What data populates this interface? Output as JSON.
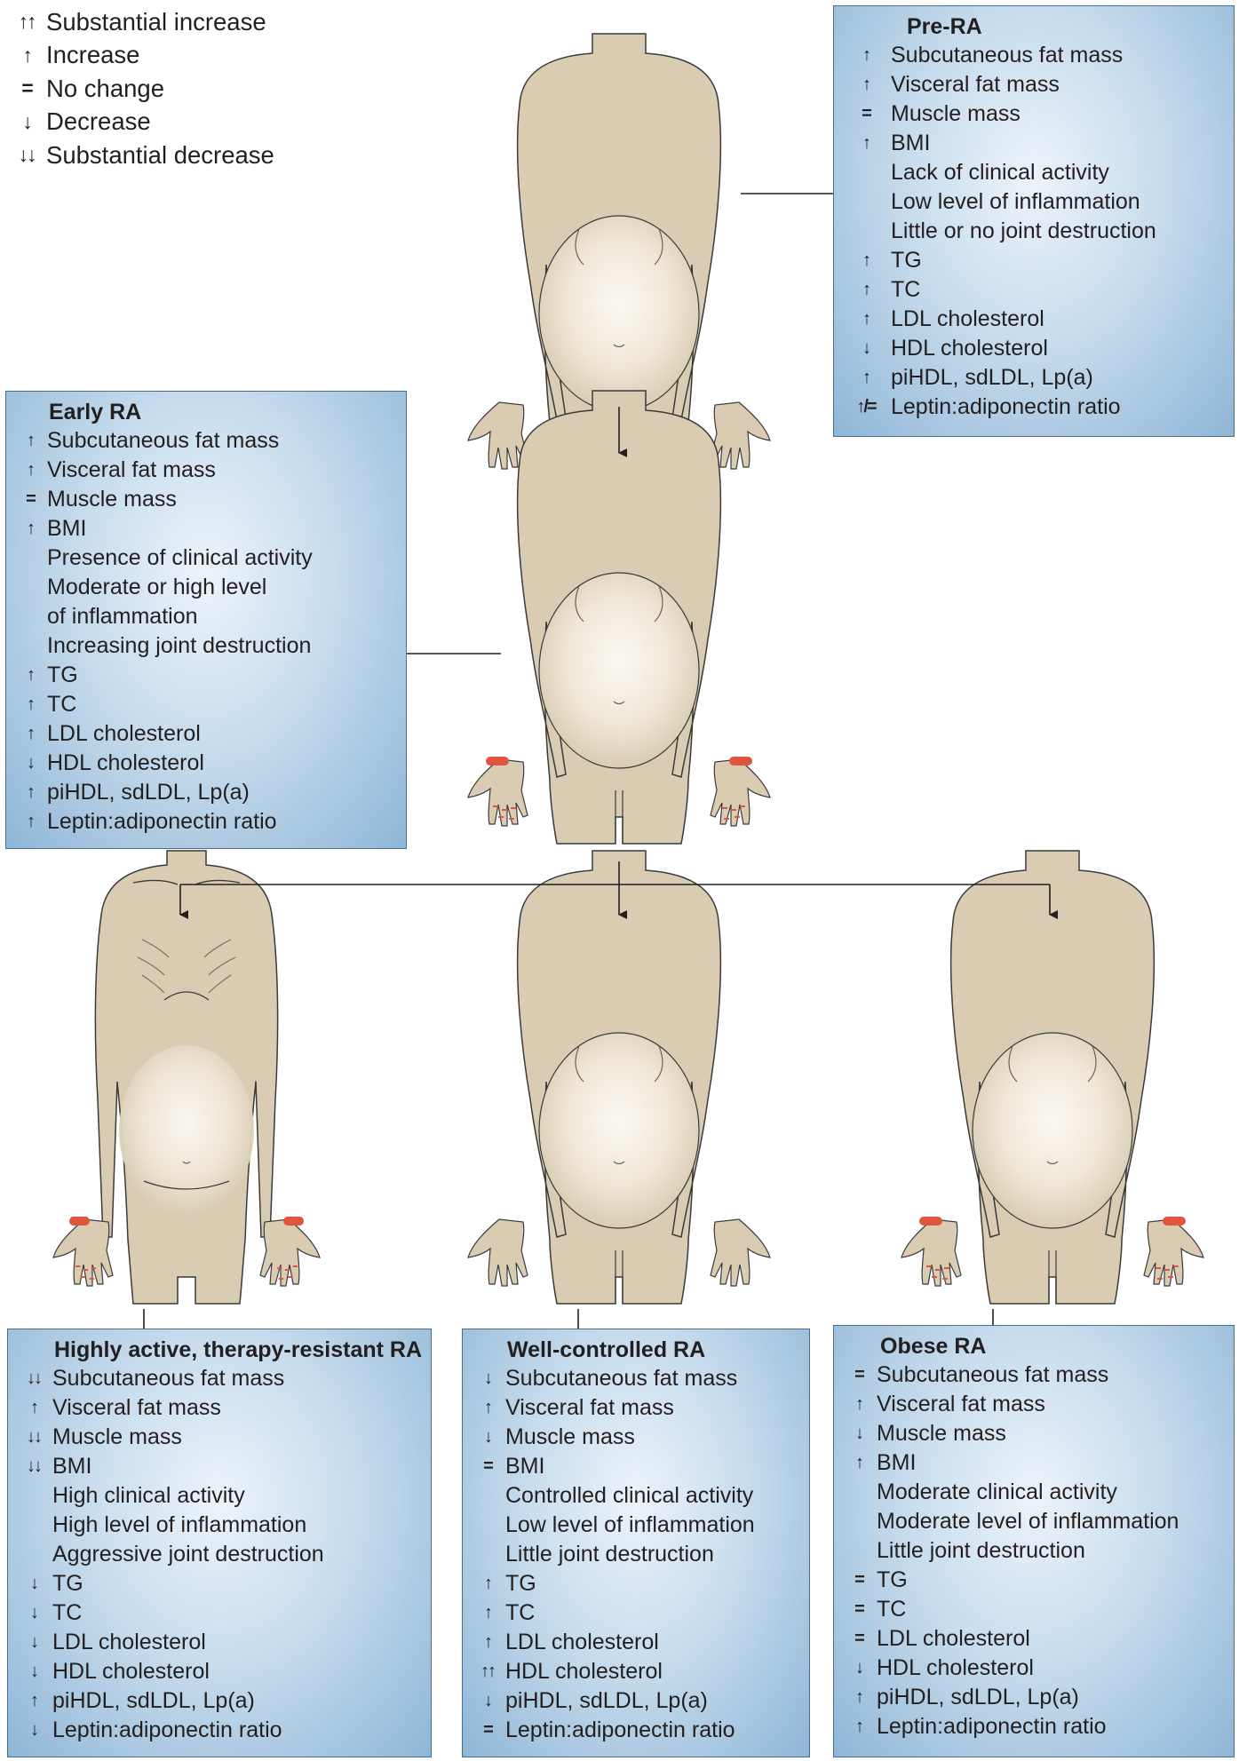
{
  "legend": [
    {
      "symbol": "↑↑",
      "label": "Substantial increase"
    },
    {
      "symbol": "↑",
      "label": "Increase"
    },
    {
      "symbol": "=",
      "label": "No change"
    },
    {
      "symbol": "↓",
      "label": "Decrease"
    },
    {
      "symbol": "↓↓",
      "label": "Substantial decrease"
    }
  ],
  "boxes": {
    "pre_ra": {
      "title": "Pre-RA",
      "rows": [
        {
          "sym": "↑",
          "text": "Subcutaneous fat mass"
        },
        {
          "sym": "↑",
          "text": "Visceral fat mass"
        },
        {
          "sym": "=",
          "text": "Muscle mass"
        },
        {
          "sym": "↑",
          "text": "BMI"
        },
        {
          "sym": "",
          "text": "Lack of clinical activity"
        },
        {
          "sym": "",
          "text": "Low level of inflammation"
        },
        {
          "sym": "",
          "text": "Little or no joint destruction"
        },
        {
          "sym": "↑",
          "text": "TG"
        },
        {
          "sym": "↑",
          "text": "TC"
        },
        {
          "sym": "↑",
          "text": "LDL cholesterol"
        },
        {
          "sym": "↓",
          "text": "HDL cholesterol"
        },
        {
          "sym": "↑",
          "text": "piHDL, sdLDL, Lp(a)"
        },
        {
          "sym": "↑/=",
          "text": "Leptin:adiponectin ratio"
        }
      ]
    },
    "early_ra": {
      "title": "Early RA",
      "rows": [
        {
          "sym": "↑",
          "text": "Subcutaneous fat mass"
        },
        {
          "sym": "↑",
          "text": "Visceral fat mass"
        },
        {
          "sym": "=",
          "text": "Muscle mass"
        },
        {
          "sym": "↑",
          "text": "BMI"
        },
        {
          "sym": "",
          "text": "Presence of clinical activity"
        },
        {
          "sym": "",
          "text": "Moderate or high level\nof inflammation"
        },
        {
          "sym": "",
          "text": "Increasing joint destruction"
        },
        {
          "sym": "↑",
          "text": "TG"
        },
        {
          "sym": "↑",
          "text": "TC"
        },
        {
          "sym": "↑",
          "text": "LDL cholesterol"
        },
        {
          "sym": "↓",
          "text": "HDL cholesterol"
        },
        {
          "sym": "↑",
          "text": "piHDL, sdLDL, Lp(a)"
        },
        {
          "sym": "↑",
          "text": "Leptin:adiponectin ratio"
        }
      ]
    },
    "active_ra": {
      "title": "Highly active, therapy-resistant RA",
      "rows": [
        {
          "sym": "↓↓",
          "text": "Subcutaneous fat mass"
        },
        {
          "sym": "↑",
          "text": "Visceral fat mass"
        },
        {
          "sym": "↓↓",
          "text": "Muscle mass"
        },
        {
          "sym": "↓↓",
          "text": "BMI"
        },
        {
          "sym": "",
          "text": "High clinical activity"
        },
        {
          "sym": "",
          "text": "High level of inflammation"
        },
        {
          "sym": "",
          "text": "Aggressive joint destruction"
        },
        {
          "sym": "↓",
          "text": "TG"
        },
        {
          "sym": "↓",
          "text": "TC"
        },
        {
          "sym": "↓",
          "text": "LDL cholesterol"
        },
        {
          "sym": "↓",
          "text": "HDL cholesterol"
        },
        {
          "sym": "↑",
          "text": "piHDL, sdLDL, Lp(a)"
        },
        {
          "sym": "↓",
          "text": "Leptin:adiponectin ratio"
        }
      ]
    },
    "controlled_ra": {
      "title": "Well-controlled RA",
      "rows": [
        {
          "sym": "↓",
          "text": "Subcutaneous fat mass"
        },
        {
          "sym": "↑",
          "text": "Visceral fat mass"
        },
        {
          "sym": "↓",
          "text": "Muscle mass"
        },
        {
          "sym": "=",
          "text": "BMI"
        },
        {
          "sym": "",
          "text": "Controlled clinical activity"
        },
        {
          "sym": "",
          "text": "Low level of inflammation"
        },
        {
          "sym": "",
          "text": "Little joint destruction"
        },
        {
          "sym": "↑",
          "text": "TG"
        },
        {
          "sym": "↑",
          "text": "TC"
        },
        {
          "sym": "↑",
          "text": "LDL cholesterol"
        },
        {
          "sym": "↑↑",
          "text": "HDL cholesterol"
        },
        {
          "sym": "↓",
          "text": "piHDL, sdLDL, Lp(a)"
        },
        {
          "sym": "=",
          "text": "Leptin:adiponectin ratio"
        }
      ]
    },
    "obese_ra": {
      "title": "Obese RA",
      "rows": [
        {
          "sym": "=",
          "text": "Subcutaneous fat mass"
        },
        {
          "sym": "↑",
          "text": "Visceral fat mass"
        },
        {
          "sym": "↓",
          "text": "Muscle mass"
        },
        {
          "sym": "↑",
          "text": "BMI"
        },
        {
          "sym": "",
          "text": "Moderate clinical activity"
        },
        {
          "sym": "",
          "text": "Moderate level of inflammation"
        },
        {
          "sym": "",
          "text": "Little joint destruction"
        },
        {
          "sym": "=",
          "text": "TG"
        },
        {
          "sym": "=",
          "text": "TC"
        },
        {
          "sym": "=",
          "text": "LDL cholesterol"
        },
        {
          "sym": "↓",
          "text": "HDL cholesterol"
        },
        {
          "sym": "↑",
          "text": "piHDL, sdLDL, Lp(a)"
        },
        {
          "sym": "↑",
          "text": "Leptin:adiponectin ratio"
        }
      ]
    }
  },
  "colors": {
    "skin": "#d9ccb3",
    "skin_outline": "#3a3a3a",
    "belly_highlight": "#f6f1e8",
    "inflammation": "#e0553f",
    "box_border": "#4a6f8e",
    "box_light": "#ecf3f9",
    "box_dark": "#8fb6d6",
    "connector": "#231f20"
  }
}
